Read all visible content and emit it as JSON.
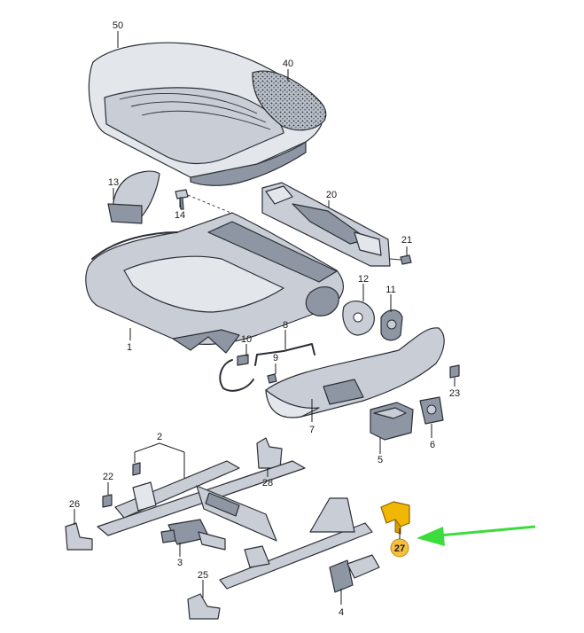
{
  "labels": {
    "p50": "50",
    "p40": "40",
    "p13": "13",
    "p14": "14",
    "p20": "20",
    "p21": "21",
    "p12": "12",
    "p11": "11",
    "p1": "1",
    "p10": "10",
    "p8": "8",
    "p9": "9",
    "p23": "23",
    "p7": "7",
    "p5": "5",
    "p6": "6",
    "p2": "2",
    "p22": "22",
    "p28": "28",
    "p26": "26",
    "p3": "3",
    "p27": "27",
    "p25": "25",
    "p4": "4"
  },
  "colors": {
    "highlight_part": "#f2b705",
    "highlight_badge": "#f5c042",
    "arrow": "#3ddc3d"
  },
  "highlighted_part": "27"
}
